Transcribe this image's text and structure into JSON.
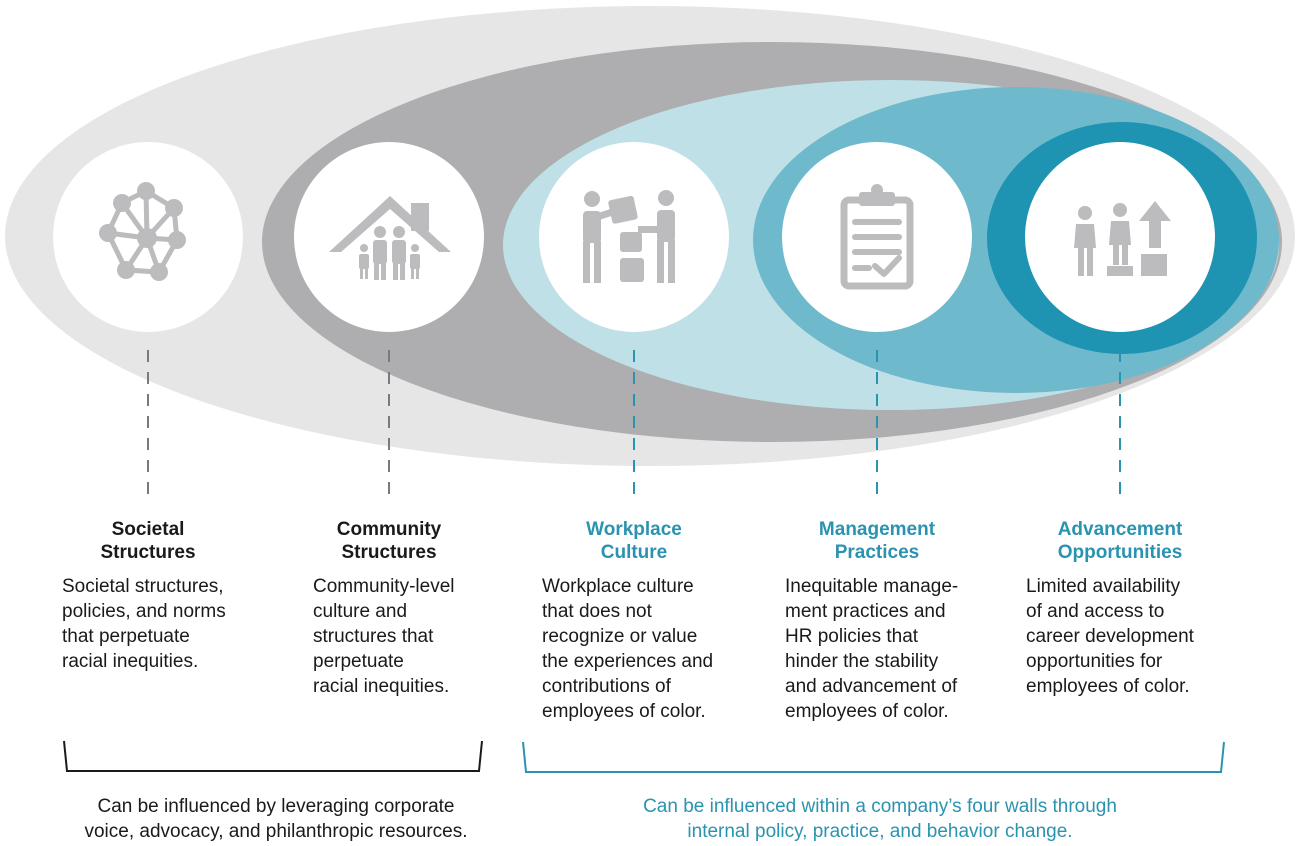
{
  "colors": {
    "outer_ellipse": "#e6e6e7",
    "community_ellipse": "#aeaeb0",
    "workplace_ellipse": "#bfe0e6",
    "management_ellipse": "#6fb9cd",
    "advancement_ellipse": "#1e93b2",
    "icon_gray": "#bcbcbe",
    "societal_text": "#1a1a1a",
    "company_text": "#2a93b0"
  },
  "levels": [
    {
      "id": "societal",
      "icon": "network-icon",
      "title": [
        "Societal",
        "Structures"
      ],
      "description": [
        "Societal structures,",
        "policies, and norms",
        "that perpetuate",
        "racial inequities."
      ]
    },
    {
      "id": "community",
      "icon": "family-house-icon",
      "title": [
        "Community",
        "Structures"
      ],
      "description": [
        "Community-level",
        "culture and",
        "structures that",
        "perpetuate",
        "racial inequities."
      ]
    },
    {
      "id": "workplace",
      "icon": "people-collaborating-icon",
      "title": [
        "Workplace",
        "Culture"
      ],
      "description": [
        "Workplace culture",
        "that does not",
        "recognize or value",
        "the experiences and",
        "contributions of",
        "employees of color."
      ]
    },
    {
      "id": "management",
      "icon": "clipboard-checklist-icon",
      "title": [
        "Management",
        "Practices"
      ],
      "description": [
        "Inequitable manage-",
        "ment practices and",
        "HR policies that",
        "hinder the stability",
        "and advancement of",
        "employees of color."
      ]
    },
    {
      "id": "advancement",
      "icon": "career-advancement-icon",
      "title": [
        "Advancement",
        "Opportunities"
      ],
      "description": [
        "Limited availability",
        "of and access to",
        "career development",
        "opportunities for",
        "employees of color."
      ]
    }
  ],
  "brackets": {
    "external": [
      "Can be influenced by leveraging corporate",
      "voice, advocacy, and philanthropic resources."
    ],
    "internal": [
      "Can be influenced within a company’s four walls through",
      "internal policy, practice, and behavior change."
    ]
  }
}
